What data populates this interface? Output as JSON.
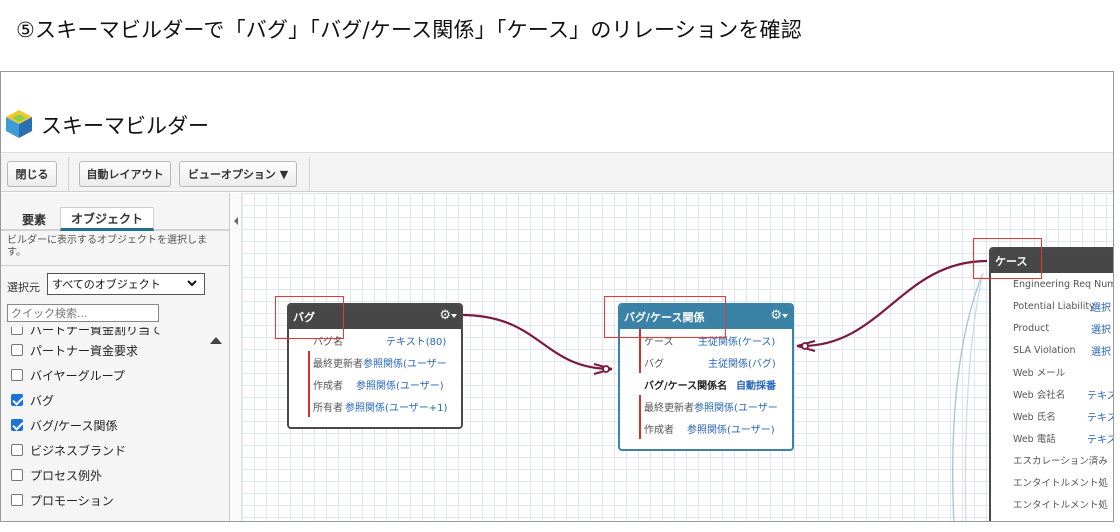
{
  "heading": "⑤スキーマビルダーで「バグ」「バグ/ケース関係」「ケース」のリレーションを確認",
  "app": {
    "title": "スキーマビルダー",
    "logo_icon": "schema-builder-cube-icon"
  },
  "toolbar": {
    "close_label": "閉じる",
    "auto_layout_label": "自動レイアウト",
    "view_options_label": "ビューオプション ▼"
  },
  "sidebar": {
    "tabs": [
      "要素",
      "オブジェクト"
    ],
    "active_tab": "オブジェクト",
    "description": "ビルダーに表示するオブジェクトを選択します。",
    "filter_label": "選択元",
    "filter_value": "すべてのオブジェクト",
    "search_placeholder": "クイック検索...",
    "objects": [
      {
        "label": "パートナー資金割り当て",
        "checked": false
      },
      {
        "label": "パートナー資金要求",
        "checked": false
      },
      {
        "label": "バイヤーグループ",
        "checked": false
      },
      {
        "label": "バグ",
        "checked": true
      },
      {
        "label": "バグ/ケース関係",
        "checked": true
      },
      {
        "label": "ビジネスブランド",
        "checked": false
      },
      {
        "label": "プロセス例外",
        "checked": false
      },
      {
        "label": "プロモーション",
        "checked": false
      }
    ]
  },
  "canvas": {
    "bug": {
      "title": "バグ",
      "fields": [
        {
          "name": "バグ名",
          "type": "テキスト(80)"
        },
        {
          "name": "最終更新者",
          "type": "参照関係(ユーザー"
        },
        {
          "name": "作成者",
          "type": "参照関係(ユーザー)"
        },
        {
          "name": "所有者",
          "type": "参照関係(ユーザー+1)"
        }
      ]
    },
    "bug_case": {
      "title": "バグ/ケース関係",
      "fields": [
        {
          "name": "ケース",
          "type": "主従関係(ケース)"
        },
        {
          "name": "バグ",
          "type": "主従関係(バグ)"
        },
        {
          "name": "バグ/ケース関係名",
          "type": "自動採番"
        },
        {
          "name": "最終更新者",
          "type": "参照関係(ユーザー"
        },
        {
          "name": "作成者",
          "type": "参照関係(ユーザー)"
        }
      ]
    },
    "case": {
      "title": "ケース",
      "fields": [
        {
          "name": "Engineering Req Num",
          "type": ""
        },
        {
          "name": "Potential Liability",
          "type": "選択"
        },
        {
          "name": "Product",
          "type": "選択"
        },
        {
          "name": "SLA Violation",
          "type": "選択"
        },
        {
          "name": "Web メール",
          "type": ""
        },
        {
          "name": "Web 会社名",
          "type": "テキス"
        },
        {
          "name": "Web 氏名",
          "type": "テキス"
        },
        {
          "name": "Web 電話",
          "type": "テキス"
        },
        {
          "name": "エスカレーション済み",
          "type": ""
        },
        {
          "name": "エンタイトルメント処",
          "type": ""
        },
        {
          "name": "エンタイトルメント処",
          "type": ""
        }
      ]
    }
  },
  "colors": {
    "relation_line": "#7a1a3c",
    "highlight": "#e53935",
    "accent_blue": "#3b82a7"
  }
}
